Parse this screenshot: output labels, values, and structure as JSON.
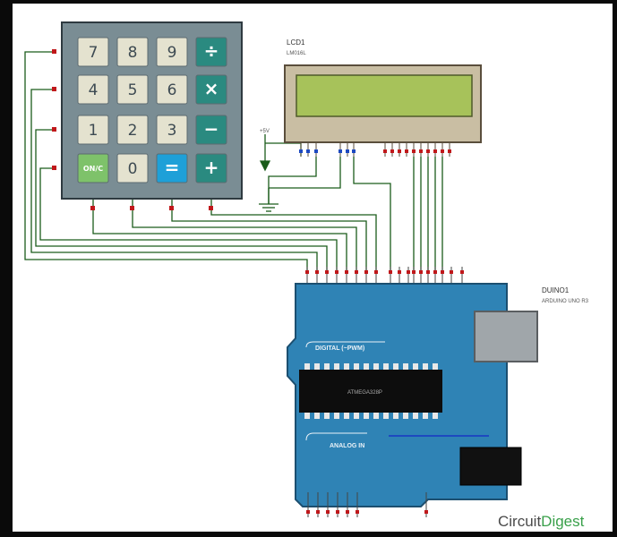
{
  "keypad": {
    "rows": [
      [
        {
          "label": "7",
          "kind": "num"
        },
        {
          "label": "8",
          "kind": "num"
        },
        {
          "label": "9",
          "kind": "num"
        },
        {
          "label": "÷",
          "kind": "op"
        }
      ],
      [
        {
          "label": "4",
          "kind": "num"
        },
        {
          "label": "5",
          "kind": "num"
        },
        {
          "label": "6",
          "kind": "num"
        },
        {
          "label": "×",
          "kind": "op"
        }
      ],
      [
        {
          "label": "1",
          "kind": "num"
        },
        {
          "label": "2",
          "kind": "num"
        },
        {
          "label": "3",
          "kind": "num"
        },
        {
          "label": "−",
          "kind": "op"
        }
      ],
      [
        {
          "label": "ON/C",
          "kind": "clear"
        },
        {
          "label": "0",
          "kind": "num"
        },
        {
          "label": "=",
          "kind": "eq"
        },
        {
          "label": "+",
          "kind": "op"
        }
      ]
    ]
  },
  "lcd": {
    "ref": "LCD1",
    "part": "LM016L",
    "screen_color": "#a7c25a"
  },
  "arduino": {
    "ref": "DUINO1",
    "part": "ARDUINO UNO R3",
    "digital_label": "DIGITAL (~PWM)",
    "analog_label": "ANALOG IN",
    "chip_label": "ATMEGA328P",
    "board_color": "#2f83b5"
  },
  "power_label": "+5V",
  "brand": {
    "part1": "Circuit",
    "part2": "Digest"
  },
  "colors": {
    "keypad_body": "#7a8d94",
    "key_num": "#e4e2cf",
    "key_op": "#2a8a80",
    "key_eq": "#1ea0d8",
    "key_clear": "#7ec26a",
    "wire": "#1b5c1b"
  }
}
